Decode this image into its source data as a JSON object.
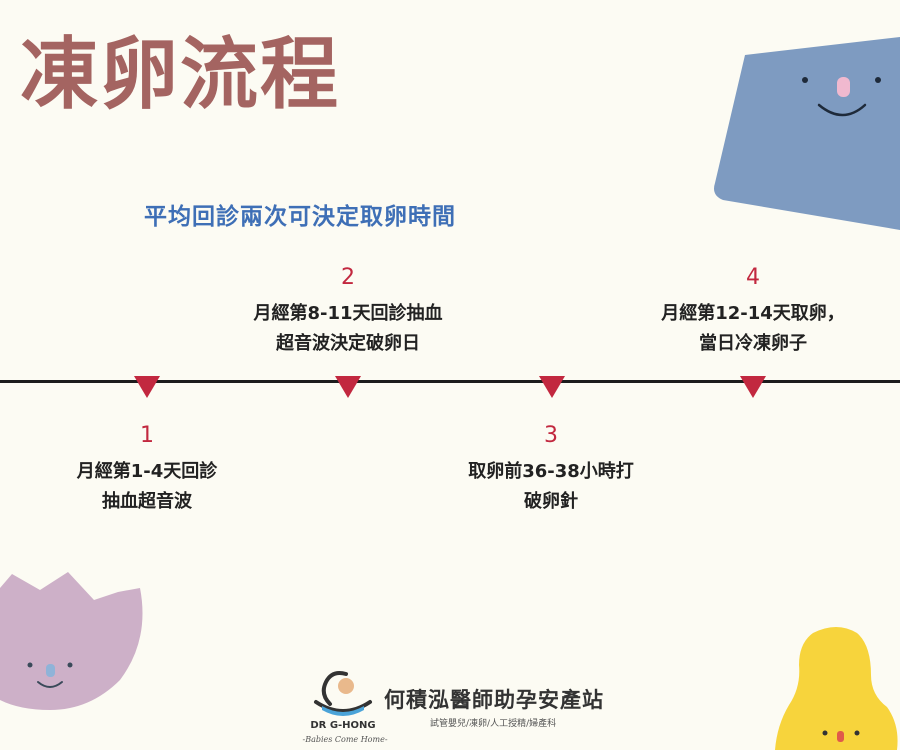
{
  "title": "凍卵流程",
  "subtitle": "平均回診兩次可決定取卵時間",
  "steps": [
    {
      "number": "1",
      "lines": [
        "月經第1-4天回診",
        "抽血超音波"
      ]
    },
    {
      "number": "2",
      "lines": [
        "月經第8-11天回診抽血",
        "超音波決定破卵日"
      ]
    },
    {
      "number": "3",
      "lines": [
        "取卵前36-38小時打",
        "破卵針"
      ]
    },
    {
      "number": "4",
      "lines": [
        "月經第12-14天取卵，",
        "當日冷凍卵子"
      ]
    }
  ],
  "logo": {
    "brand": "DR G-HONG",
    "tagline": "-Babies Come Home-",
    "name": "何積泓醫師助孕安產站",
    "services": "試管嬰兒/凍卵/人工授精/婦產科"
  },
  "colors": {
    "title": "#a46461",
    "subtitle": "#3e6fb6",
    "marker": "#c2283f",
    "blue_blob": "#7e9bc1",
    "purple_blob": "#cdb0c8",
    "yellow_blob": "#f7d43c",
    "background": "#fcfbf3"
  }
}
